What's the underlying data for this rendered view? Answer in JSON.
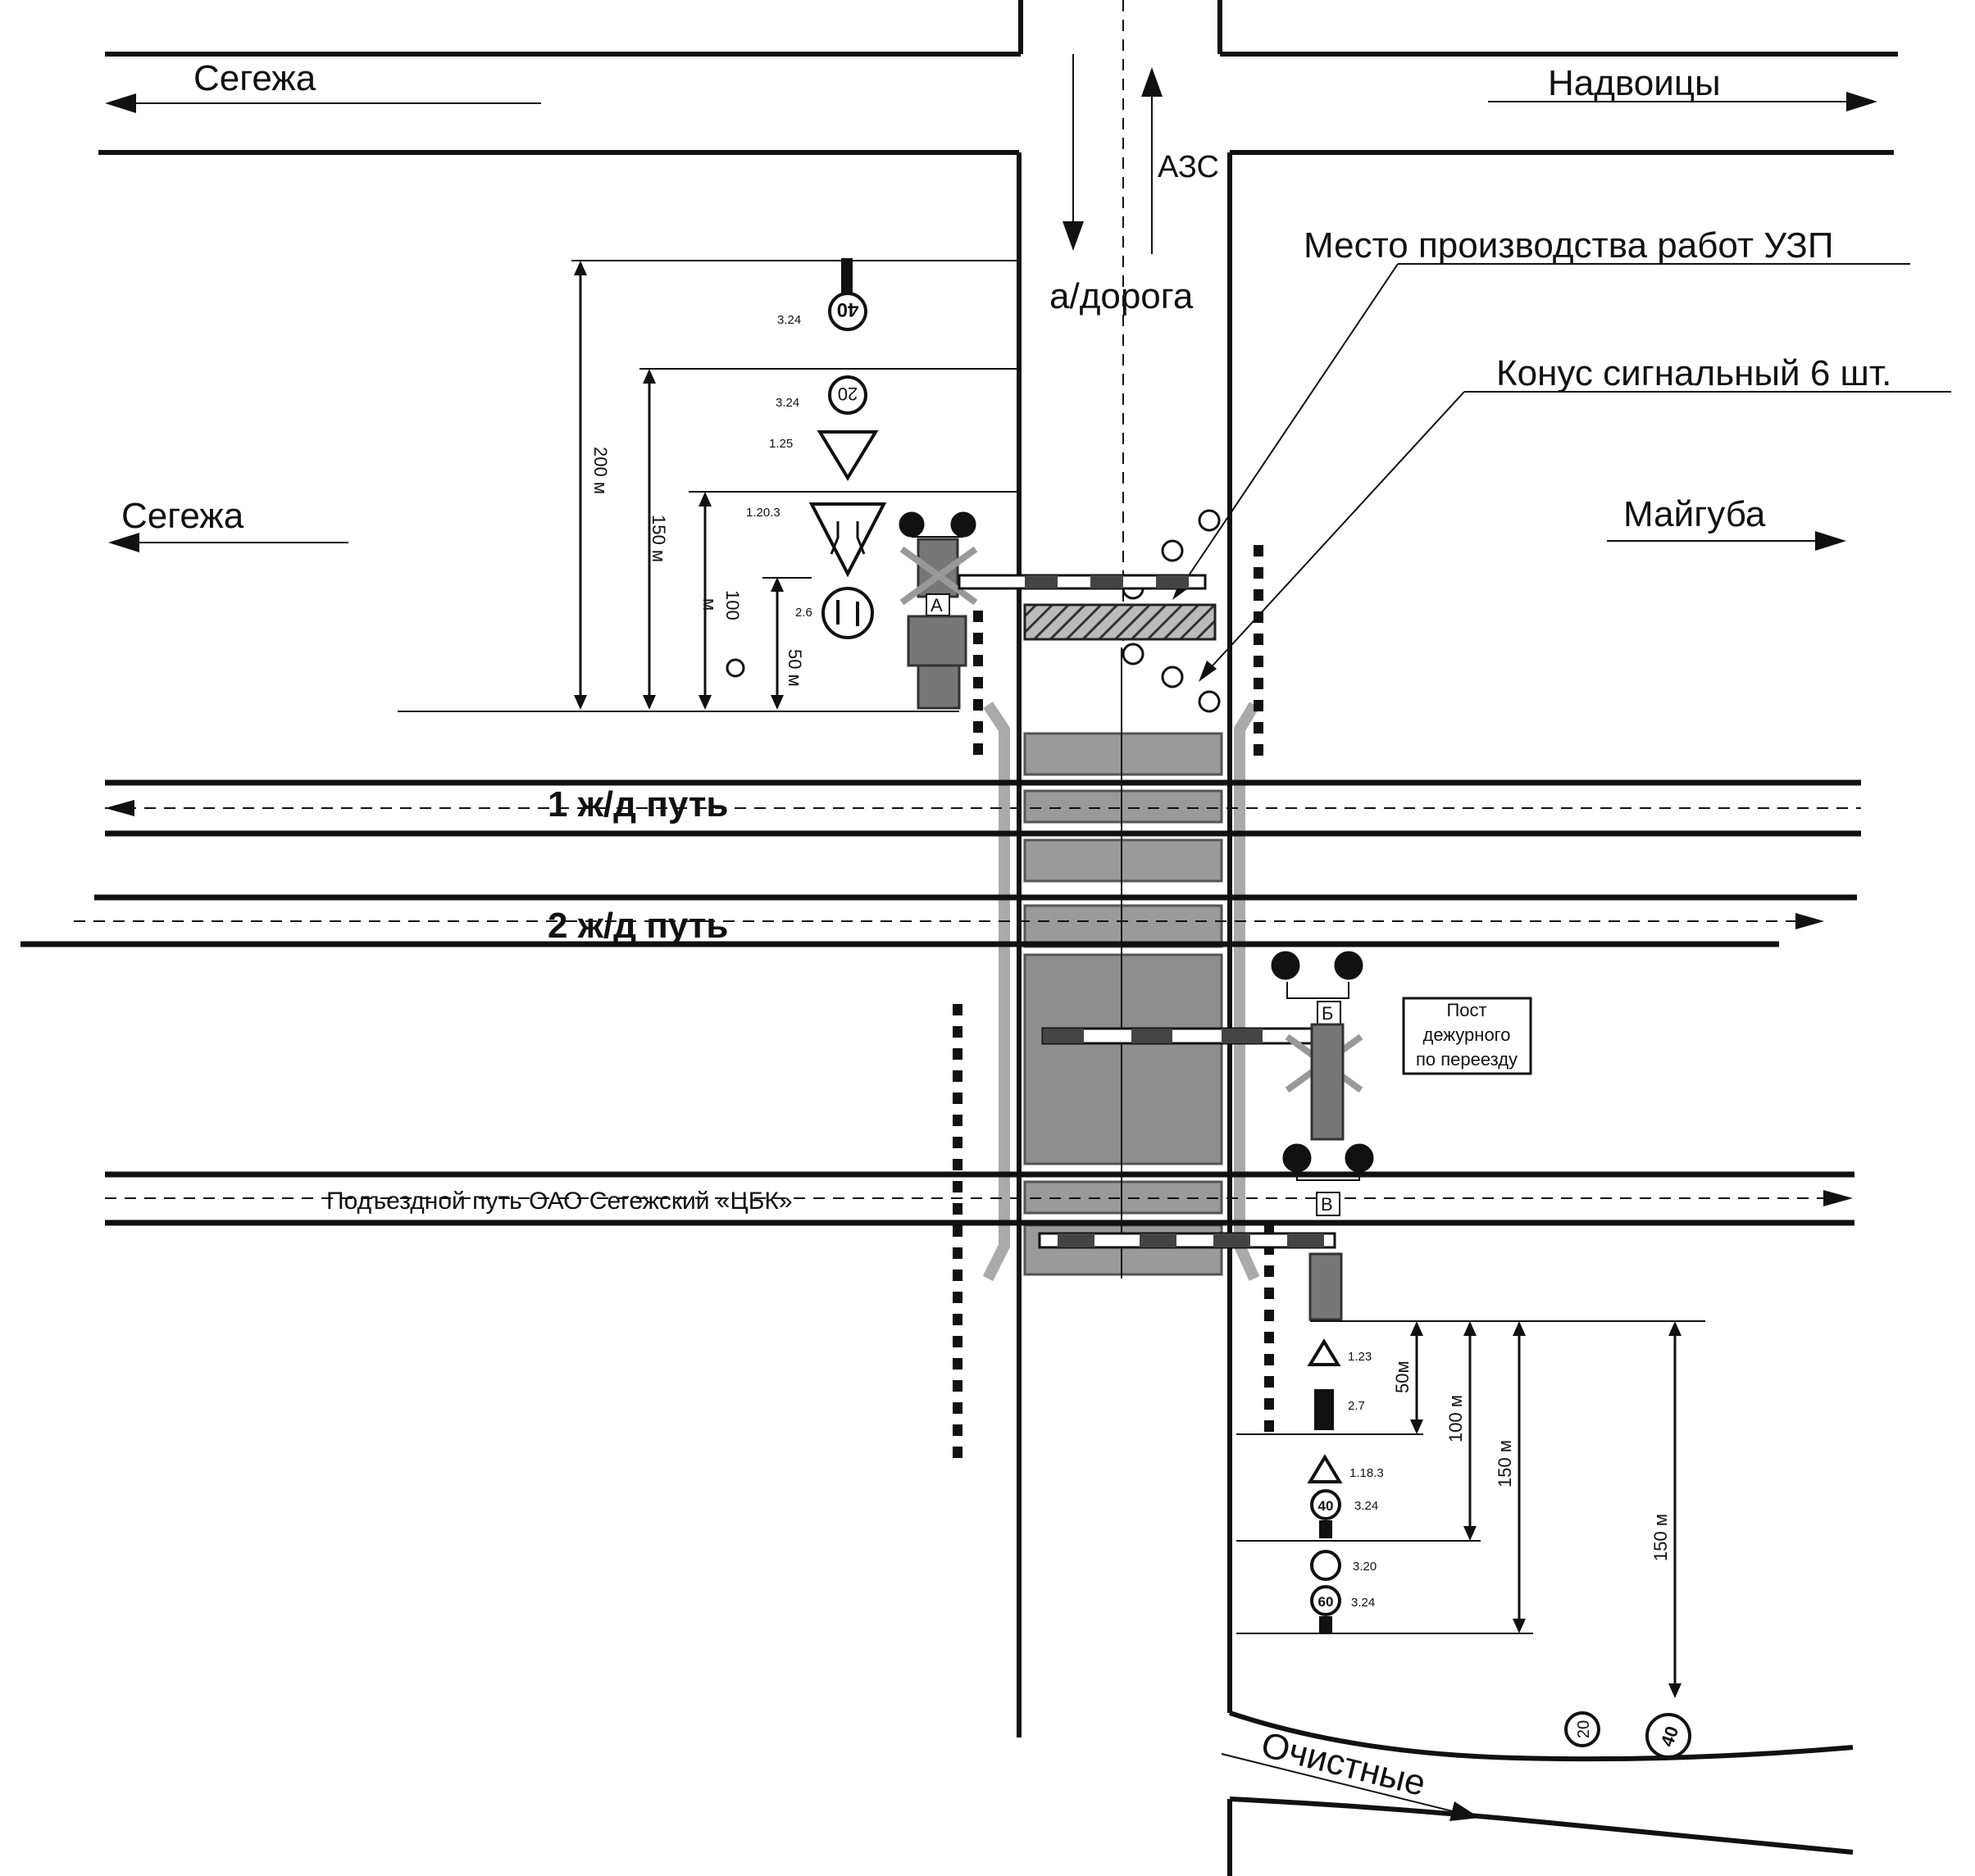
{
  "directions": {
    "segezha_top": "Сегежа",
    "nadvoitsy": "Надвоицы",
    "segezha_mid": "Сегежа",
    "maiguba": "Майгуба",
    "ochistnye": "Очистные"
  },
  "road": {
    "azs": "АЗС",
    "highway": "а/дорога"
  },
  "callouts": {
    "work_zone": "Место производства работ УЗП",
    "cones": "Конус сигнальный 6 шт."
  },
  "tracks": {
    "track1": "1 ж/д путь",
    "track2": "2 ж/д путь",
    "spur": "Подъездной путь ОАО Сегежский «ЦБК»"
  },
  "post": {
    "line1": "Пост",
    "line2": "дежурного",
    "line3": "по переезду"
  },
  "barriers": {
    "a": "А",
    "b": "Б",
    "v": "В"
  },
  "north_signs": {
    "s1_code": "3.24",
    "s1_value": "40",
    "s2_code": "3.24",
    "s2_value": "20",
    "s3_code": "1.25",
    "s4_code": "1.20.3",
    "s5_code": "2.6"
  },
  "north_dims": {
    "d200": "200 м",
    "d150": "150 м",
    "d100a": "100",
    "d100b": "м",
    "d50": "50 м"
  },
  "south_signs": {
    "s1_code": "1.23",
    "s2_code": "2.7",
    "s3_code": "1.18.3",
    "s4_code": "3.24",
    "s4_value": "40",
    "s5_code": "3.20",
    "s6_code": "3.24",
    "s6_value": "60",
    "extra_a": "20",
    "extra_b": "40"
  },
  "south_dims": {
    "d50": "50м",
    "d100": "100 м",
    "d150a": "150 м",
    "d150b": "150 м"
  }
}
